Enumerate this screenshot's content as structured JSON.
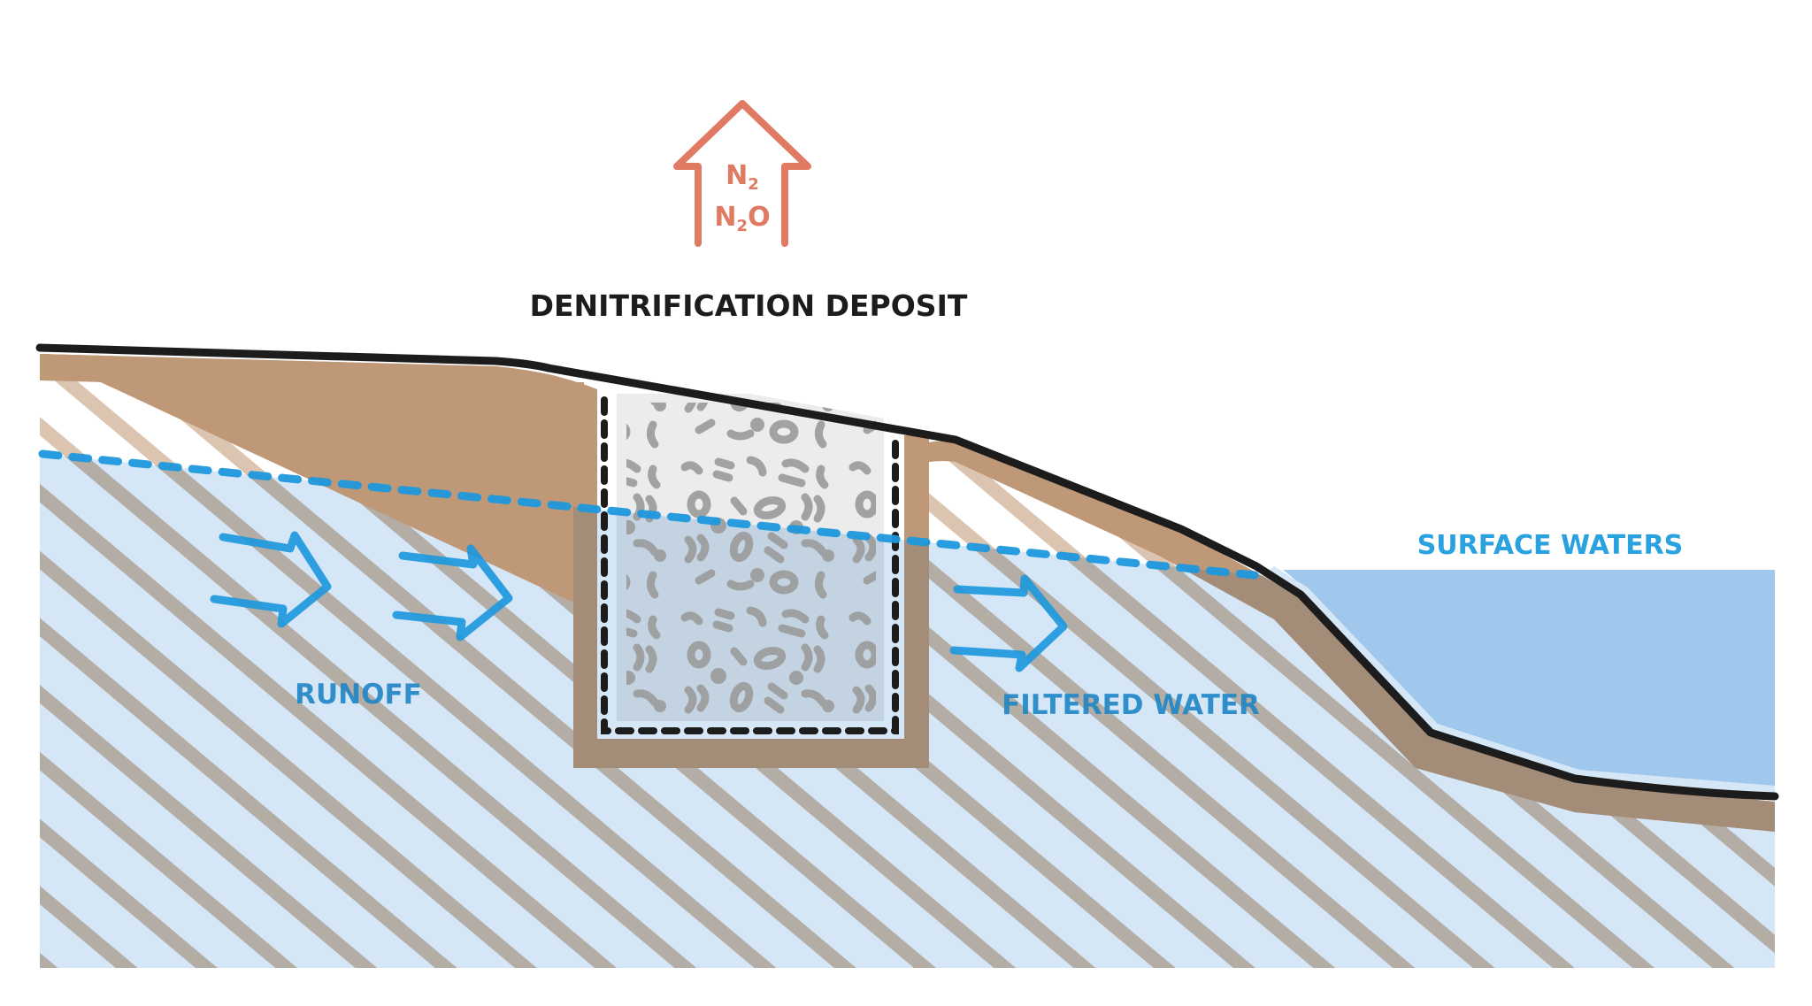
{
  "diagram": {
    "title": "DENITRIFICATION DEPOSIT",
    "gas_arrow": {
      "icon": "up-arrow-icon",
      "gas_1": "N",
      "gas_1_sub": "2",
      "gas_2": "N",
      "gas_2_sub": "2",
      "gas_2_suffix": "O"
    },
    "labels": {
      "runoff": "RUNOFF",
      "filtered_water": "FILTERED WATER",
      "surface_waters": "SURFACE WATERS"
    },
    "colors": {
      "gas_arrow": "#e07a62",
      "title_text": "#1c1c1c",
      "flow_arrow": "#1e98dd",
      "flow_label": "#1f86c6",
      "surface_label": "#2aa2e0",
      "topsoil_band": "#bf9878",
      "topsoil_band_wet": "#a38c78",
      "soil_stripe_dry": "#dcc5b0",
      "soil_stripe_wet": "#b4ada5",
      "groundwater": "#d5e6f6",
      "surface_water": "#9fc8ec",
      "water_table": "#1e98dd",
      "ground_line": "#1c1c1c",
      "gravel": "#9a9a9a",
      "deposit_fill_dry": "#ececec",
      "deposit_fill_wet": "#c3d3e1"
    }
  }
}
